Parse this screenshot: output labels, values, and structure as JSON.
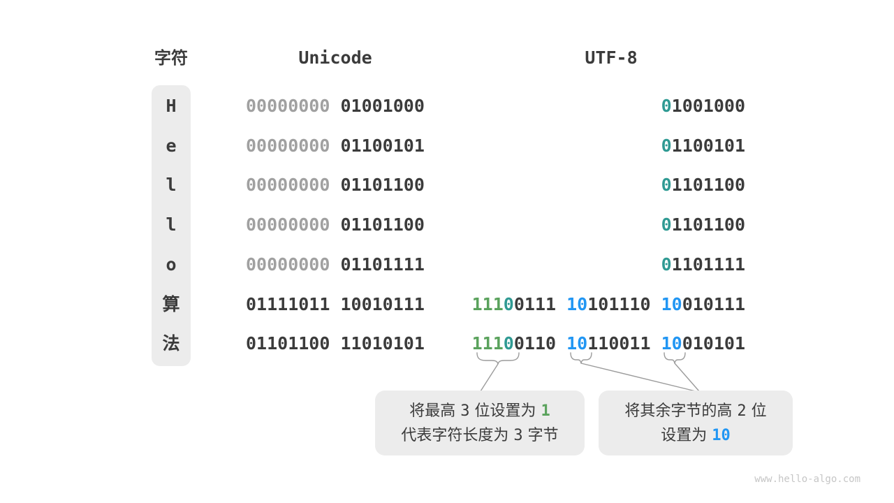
{
  "headers": {
    "character": "字符",
    "unicode": "Unicode",
    "utf8": "UTF-8"
  },
  "rows": [
    {
      "char": "H",
      "unicode": [
        {
          "t": "00000000 ",
          "c": "gray"
        },
        {
          "t": "01001000",
          "c": "dark"
        }
      ],
      "utf8": [
        {
          "t": "0",
          "c": "teal"
        },
        {
          "t": "1001000",
          "c": "dark"
        }
      ]
    },
    {
      "char": "e",
      "unicode": [
        {
          "t": "00000000 ",
          "c": "gray"
        },
        {
          "t": "01100101",
          "c": "dark"
        }
      ],
      "utf8": [
        {
          "t": "0",
          "c": "teal"
        },
        {
          "t": "1100101",
          "c": "dark"
        }
      ]
    },
    {
      "char": "l",
      "unicode": [
        {
          "t": "00000000 ",
          "c": "gray"
        },
        {
          "t": "01101100",
          "c": "dark"
        }
      ],
      "utf8": [
        {
          "t": "0",
          "c": "teal"
        },
        {
          "t": "1101100",
          "c": "dark"
        }
      ]
    },
    {
      "char": "l",
      "unicode": [
        {
          "t": "00000000 ",
          "c": "gray"
        },
        {
          "t": "01101100",
          "c": "dark"
        }
      ],
      "utf8": [
        {
          "t": "0",
          "c": "teal"
        },
        {
          "t": "1101100",
          "c": "dark"
        }
      ]
    },
    {
      "char": "o",
      "unicode": [
        {
          "t": "00000000 ",
          "c": "gray"
        },
        {
          "t": "01101111",
          "c": "dark"
        }
      ],
      "utf8": [
        {
          "t": "0",
          "c": "teal"
        },
        {
          "t": "1101111",
          "c": "dark"
        }
      ]
    },
    {
      "char": "算",
      "unicode": [
        {
          "t": "01111011 10010111",
          "c": "dark"
        }
      ],
      "utf8": [
        {
          "t": "111",
          "c": "green"
        },
        {
          "t": "0",
          "c": "teal"
        },
        {
          "t": "0111 ",
          "c": "dark"
        },
        {
          "t": "10",
          "c": "blue"
        },
        {
          "t": "101110 ",
          "c": "dark"
        },
        {
          "t": "10",
          "c": "blue"
        },
        {
          "t": "010111",
          "c": "dark"
        }
      ]
    },
    {
      "char": "法",
      "unicode": [
        {
          "t": "01101100 11010101",
          "c": "dark"
        }
      ],
      "utf8": [
        {
          "t": "111",
          "c": "green"
        },
        {
          "t": "0",
          "c": "teal"
        },
        {
          "t": "0110 ",
          "c": "dark"
        },
        {
          "t": "10",
          "c": "blue"
        },
        {
          "t": "110011 ",
          "c": "dark"
        },
        {
          "t": "10",
          "c": "blue"
        },
        {
          "t": "010101",
          "c": "dark"
        }
      ]
    }
  ],
  "callouts": {
    "left": {
      "lines": [
        [
          {
            "t": "将最高 ",
            "c": "dark"
          },
          {
            "t": "3",
            "c": "dark",
            "mono": true
          },
          {
            "t": " 位设置为 ",
            "c": "dark"
          },
          {
            "t": "1",
            "c": "green",
            "mono": true
          }
        ],
        [
          {
            "t": "代表字符长度为 ",
            "c": "dark"
          },
          {
            "t": "3",
            "c": "dark",
            "mono": true
          },
          {
            "t": " 字节",
            "c": "dark"
          }
        ]
      ]
    },
    "right": {
      "lines": [
        [
          {
            "t": "将其余字节的高 ",
            "c": "dark"
          },
          {
            "t": "2",
            "c": "dark",
            "mono": true
          },
          {
            "t": " 位",
            "c": "dark"
          }
        ],
        [
          {
            "t": "设置为 ",
            "c": "dark"
          },
          {
            "t": "10",
            "c": "blue",
            "mono": true
          }
        ]
      ]
    }
  },
  "watermark": "www.hello-algo.com",
  "colors": {
    "green": "#5aa25c",
    "teal": "#2f9a93",
    "blue": "#2196f3",
    "text_dark": "#3b3b3b",
    "text_gray": "#a0a0a0",
    "box_bg": "#ececec",
    "connector_line": "#9b9b9b",
    "watermark": "#c6c6c6"
  }
}
